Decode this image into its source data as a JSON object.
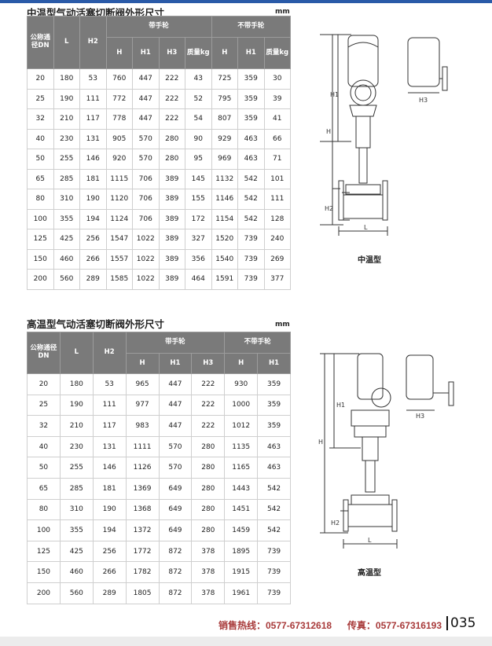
{
  "table1": {
    "title": "中温型气动活塞切断阀外形尺寸",
    "unit": "mm",
    "headers": {
      "dn": "公称通径DN",
      "l": "L",
      "h2": "H2",
      "with": "带手轮",
      "without": "不带手轮",
      "h": "H",
      "h1": "H1",
      "h3": "H3",
      "mass": "质量kg"
    },
    "rows": [
      [
        "20",
        "180",
        "53",
        "760",
        "447",
        "222",
        "43",
        "725",
        "359",
        "30"
      ],
      [
        "25",
        "190",
        "111",
        "772",
        "447",
        "222",
        "52",
        "795",
        "359",
        "39"
      ],
      [
        "32",
        "210",
        "117",
        "778",
        "447",
        "222",
        "54",
        "807",
        "359",
        "41"
      ],
      [
        "40",
        "230",
        "131",
        "905",
        "570",
        "280",
        "90",
        "929",
        "463",
        "66"
      ],
      [
        "50",
        "255",
        "146",
        "920",
        "570",
        "280",
        "95",
        "969",
        "463",
        "71"
      ],
      [
        "65",
        "285",
        "181",
        "1115",
        "706",
        "389",
        "145",
        "1132",
        "542",
        "101"
      ],
      [
        "80",
        "310",
        "190",
        "1120",
        "706",
        "389",
        "155",
        "1146",
        "542",
        "111"
      ],
      [
        "100",
        "355",
        "194",
        "1124",
        "706",
        "389",
        "172",
        "1154",
        "542",
        "128"
      ],
      [
        "125",
        "425",
        "256",
        "1547",
        "1022",
        "389",
        "327",
        "1520",
        "739",
        "240"
      ],
      [
        "150",
        "460",
        "266",
        "1557",
        "1022",
        "389",
        "356",
        "1540",
        "739",
        "269"
      ],
      [
        "200",
        "560",
        "289",
        "1585",
        "1022",
        "389",
        "464",
        "1591",
        "739",
        "377"
      ]
    ],
    "caption": "中温型"
  },
  "table2": {
    "title": "高温型气动活塞切断阀外形尺寸",
    "unit": "mm",
    "headers": {
      "dn": "公称通径DN",
      "l": "L",
      "h2": "H2",
      "with": "带手轮",
      "without": "不带手轮",
      "h": "H",
      "h1": "H1",
      "h3": "H3"
    },
    "rows": [
      [
        "20",
        "180",
        "53",
        "965",
        "447",
        "222",
        "930",
        "359"
      ],
      [
        "25",
        "190",
        "111",
        "977",
        "447",
        "222",
        "1000",
        "359"
      ],
      [
        "32",
        "210",
        "117",
        "983",
        "447",
        "222",
        "1012",
        "359"
      ],
      [
        "40",
        "230",
        "131",
        "1111",
        "570",
        "280",
        "1135",
        "463"
      ],
      [
        "50",
        "255",
        "146",
        "1126",
        "570",
        "280",
        "1165",
        "463"
      ],
      [
        "65",
        "285",
        "181",
        "1369",
        "649",
        "280",
        "1443",
        "542"
      ],
      [
        "80",
        "310",
        "190",
        "1368",
        "649",
        "280",
        "1451",
        "542"
      ],
      [
        "100",
        "355",
        "194",
        "1372",
        "649",
        "280",
        "1459",
        "542"
      ],
      [
        "125",
        "425",
        "256",
        "1772",
        "872",
        "378",
        "1895",
        "739"
      ],
      [
        "150",
        "460",
        "266",
        "1782",
        "872",
        "378",
        "1915",
        "739"
      ],
      [
        "200",
        "560",
        "289",
        "1805",
        "872",
        "378",
        "1961",
        "739"
      ]
    ],
    "caption": "高温型"
  },
  "diagram_labels": {
    "h": "H",
    "h1": "H1",
    "h2": "H2",
    "h3": "H3",
    "l": "L"
  },
  "footer": {
    "hotline": "销售热线：0577-67312618",
    "fax": "传真：0577-67316193",
    "page": "035"
  }
}
